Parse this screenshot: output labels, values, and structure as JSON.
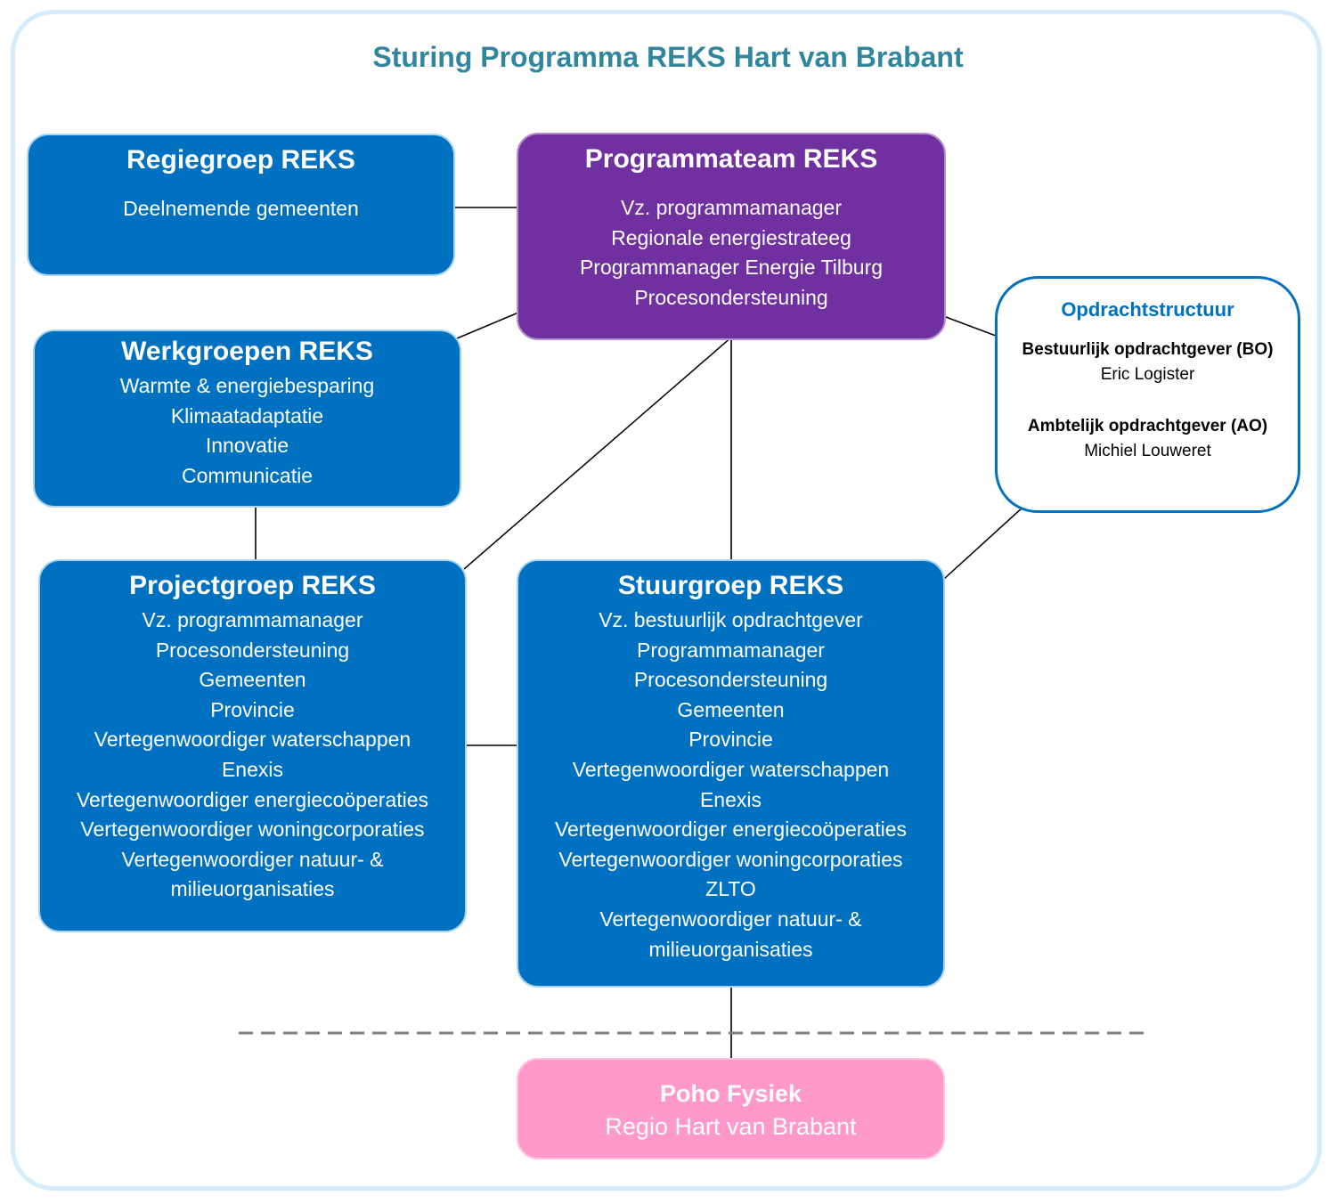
{
  "title": "Sturing Programma REKS Hart van Brabant",
  "colors": {
    "title": "#31859c",
    "group_box": "#0070c0",
    "programmateam_box": "#7030a0",
    "poho_box": "#ff99cc",
    "opdracht_border": "#0070c0",
    "frame_border": "#d4ecfb",
    "connector": "#000000",
    "separator": "#7f7f7f"
  },
  "regiegroep": {
    "heading": "Regiegroep REKS",
    "members": [
      "Deelnemende gemeenten"
    ]
  },
  "programmateam": {
    "heading": "Programmateam REKS",
    "members": [
      "Vz. programmamanager",
      "Regionale energiestrateeg",
      "Programmanager Energie Tilburg",
      "Procesondersteuning"
    ]
  },
  "werkgroepen": {
    "heading": "Werkgroepen REKS",
    "members": [
      "Warmte & energiebesparing",
      "Klimaatadaptatie",
      "Innovatie",
      "Communicatie"
    ]
  },
  "projectgroep": {
    "heading": "Projectgroep REKS",
    "members": [
      "Vz. programmamanager",
      "Procesondersteuning",
      "Gemeenten",
      "Provincie",
      "Vertegenwoordiger waterschappen",
      "Enexis",
      "Vertegenwoordiger energiecoöperaties",
      "Vertegenwoordiger woningcorporaties",
      "Vertegenwoordiger natuur- &",
      "milieuorganisaties"
    ]
  },
  "stuurgroep": {
    "heading": "Stuurgroep REKS",
    "members": [
      "Vz. bestuurlijk opdrachtgever",
      "Programmamanager",
      "Procesondersteuning",
      "Gemeenten",
      "Provincie",
      "Vertegenwoordiger waterschappen",
      "Enexis",
      "Vertegenwoordiger energiecoöperaties",
      "Vertegenwoordiger woningcorporaties",
      "ZLTO",
      "Vertegenwoordiger natuur- &",
      "milieuorganisaties"
    ]
  },
  "opdrachtstructuur": {
    "heading": "Opdrachtstructuur",
    "entries": [
      {
        "role": "Bestuurlijk opdrachtgever (BO)",
        "person": "Eric Logister"
      },
      {
        "role": "Ambtelijk opdrachtgever (AO)",
        "person": "Michiel Louweret"
      }
    ]
  },
  "poho": {
    "heading": "Poho Fysiek",
    "subtitle": "Regio Hart van Brabant"
  },
  "connections": [
    {
      "from": "regiegroep",
      "to": "programmateam"
    },
    {
      "from": "werkgroepen",
      "to": "programmateam"
    },
    {
      "from": "programmateam",
      "to": "opdrachtstructuur"
    },
    {
      "from": "programmateam",
      "to": "projectgroep"
    },
    {
      "from": "programmateam",
      "to": "stuurgroep"
    },
    {
      "from": "werkgroepen",
      "to": "projectgroep"
    },
    {
      "from": "projectgroep",
      "to": "stuurgroep"
    },
    {
      "from": "opdrachtstructuur",
      "to": "stuurgroep"
    },
    {
      "from": "stuurgroep",
      "to": "poho"
    }
  ]
}
